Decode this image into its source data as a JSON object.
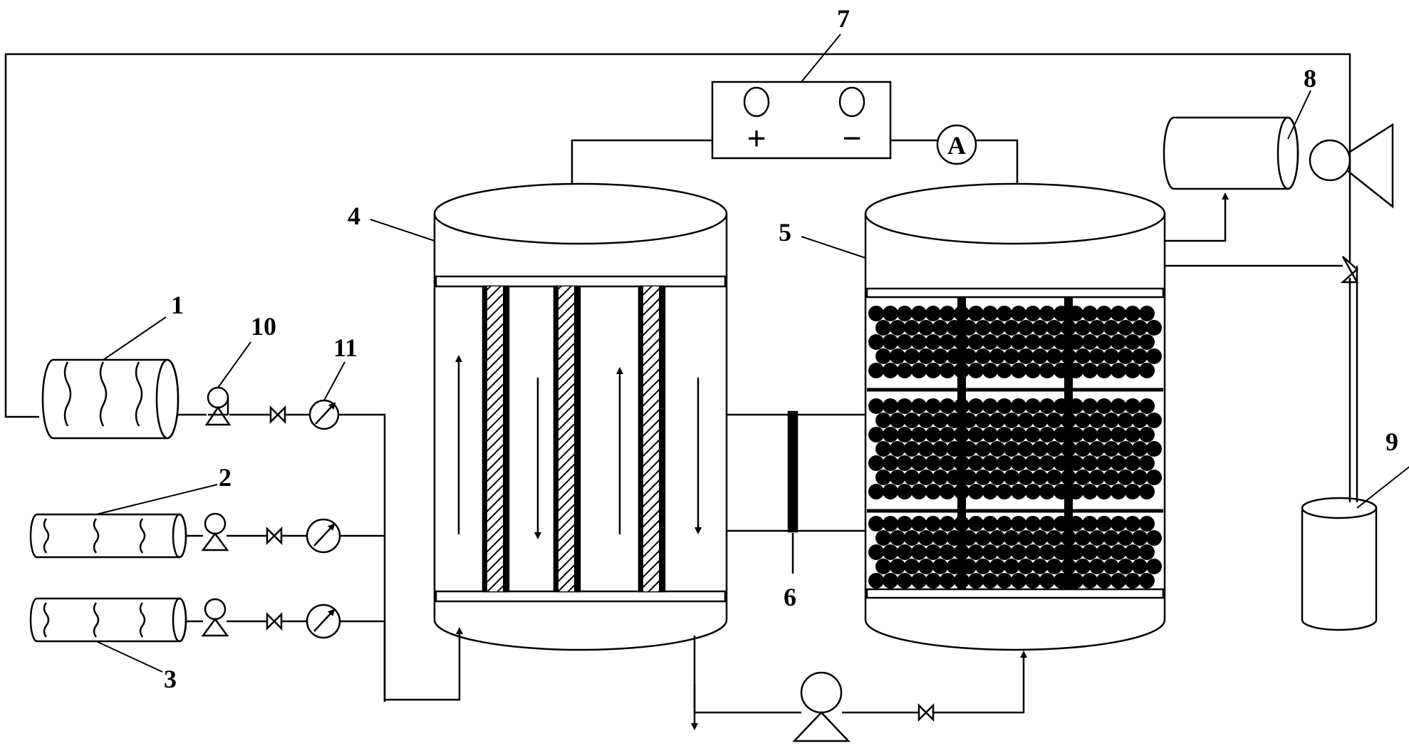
{
  "labels": {
    "l1": "1",
    "l2": "2",
    "l3": "3",
    "l4": "4",
    "l5": "5",
    "l6": "6",
    "l7": "7",
    "l8": "8",
    "l9": "9",
    "l10": "10",
    "l11": "11"
  },
  "power_supply": {
    "positive_symbol": "+",
    "negative_symbol": "−"
  },
  "ammeter": {
    "symbol": "A"
  },
  "colors": {
    "line": "#000000",
    "background": "#ffffff"
  }
}
